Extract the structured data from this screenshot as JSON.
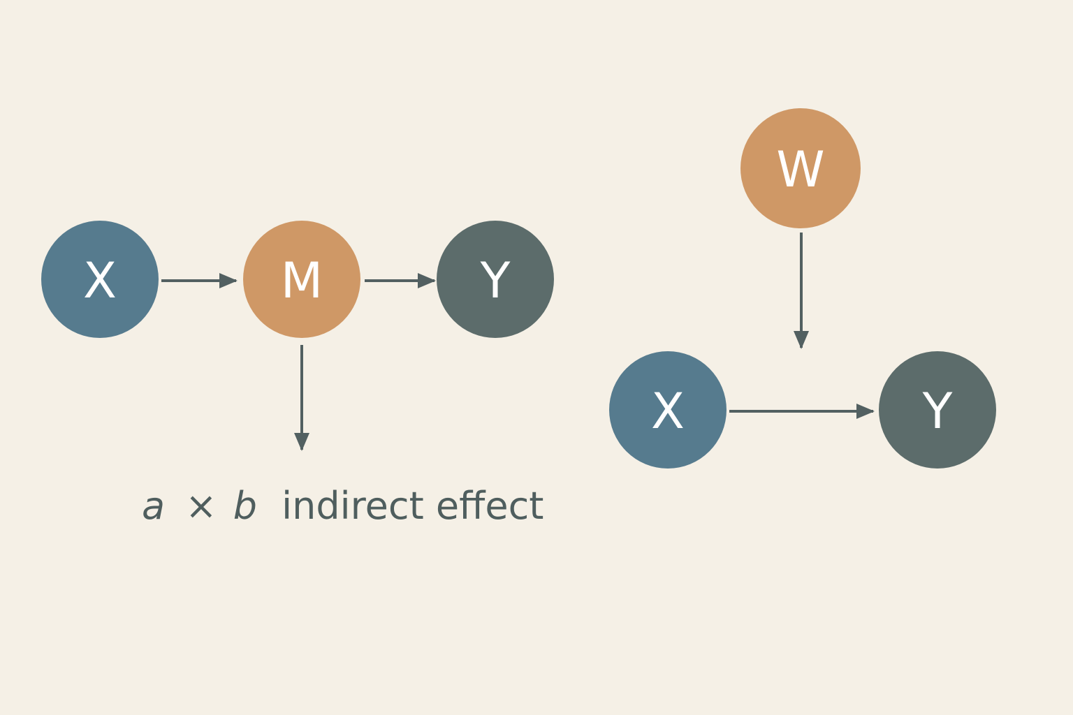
{
  "colors": {
    "background": "#f5f0e6",
    "predictor": "#567b8e",
    "third_variable": "#cf9866",
    "outcome": "#5c6c6b",
    "arrow": "#526061",
    "node_text": "#ffffff",
    "caption_text": "#4f5e5e"
  },
  "mediation": {
    "x_label": "X",
    "m_label": "M",
    "y_label": "Y",
    "caption": {
      "a": "a",
      "times": "×",
      "b": "b",
      "rest": "indirect effect"
    }
  },
  "moderation": {
    "w_label": "W",
    "x_label": "X",
    "y_label": "Y"
  }
}
